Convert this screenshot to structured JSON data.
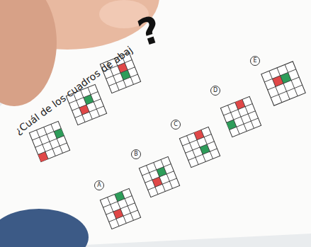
{
  "diagram": {
    "title": "¿Cuál de los cuadros de abaj",
    "nodes": [
      {
        "text": [
          "A"
        ]
      },
      {
        "text": [
          "B"
        ]
      },
      {
        "text": [
          "C"
        ]
      },
      {
        "text": [
          "D"
        ]
      },
      {
        "text": [
          "E"
        ]
      }
    ],
    "labels": [
      "?"
    ]
  }
}
